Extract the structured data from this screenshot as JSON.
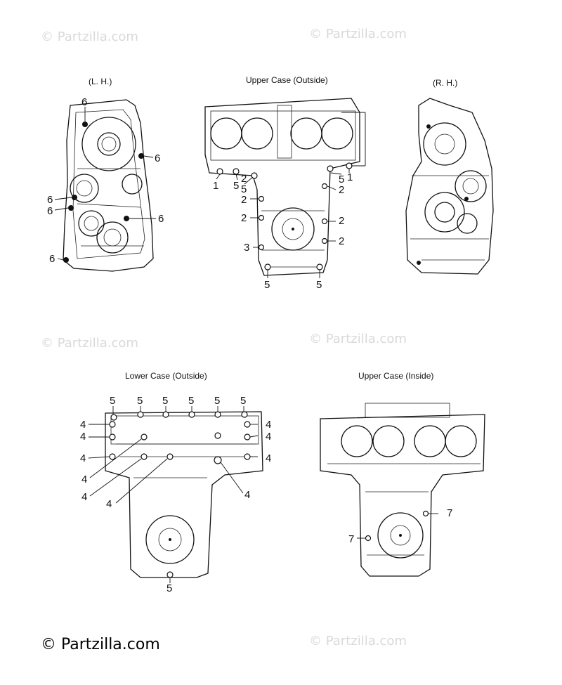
{
  "watermarks": [
    "© Partzilla.com",
    "© Partzilla.com",
    "© Partzilla.com",
    "© Partzilla.com",
    "© Partzilla.com"
  ],
  "footer": "© Partzilla.com",
  "views": {
    "lh": {
      "title": "(L. H.)"
    },
    "upper_outside": {
      "title": "Upper Case (Outside)"
    },
    "rh": {
      "title": "(R. H.)"
    },
    "lower_outside": {
      "title": "Lower Case (Outside)"
    },
    "upper_inside": {
      "title": "Upper Case (Inside)"
    }
  },
  "callouts": {
    "lh": [
      "6",
      "6",
      "6",
      "6",
      "6",
      "6"
    ],
    "upper_outside": [
      "1",
      "5",
      "5",
      "5",
      "1",
      "2",
      "2",
      "2",
      "2",
      "2",
      "2",
      "3",
      "5",
      "5"
    ],
    "lower_outside": [
      "5",
      "5",
      "5",
      "5",
      "5",
      "5",
      "4",
      "4",
      "4",
      "4",
      "4",
      "4",
      "4",
      "4",
      "4",
      "4",
      "5"
    ],
    "upper_inside": [
      "7",
      "7"
    ]
  }
}
